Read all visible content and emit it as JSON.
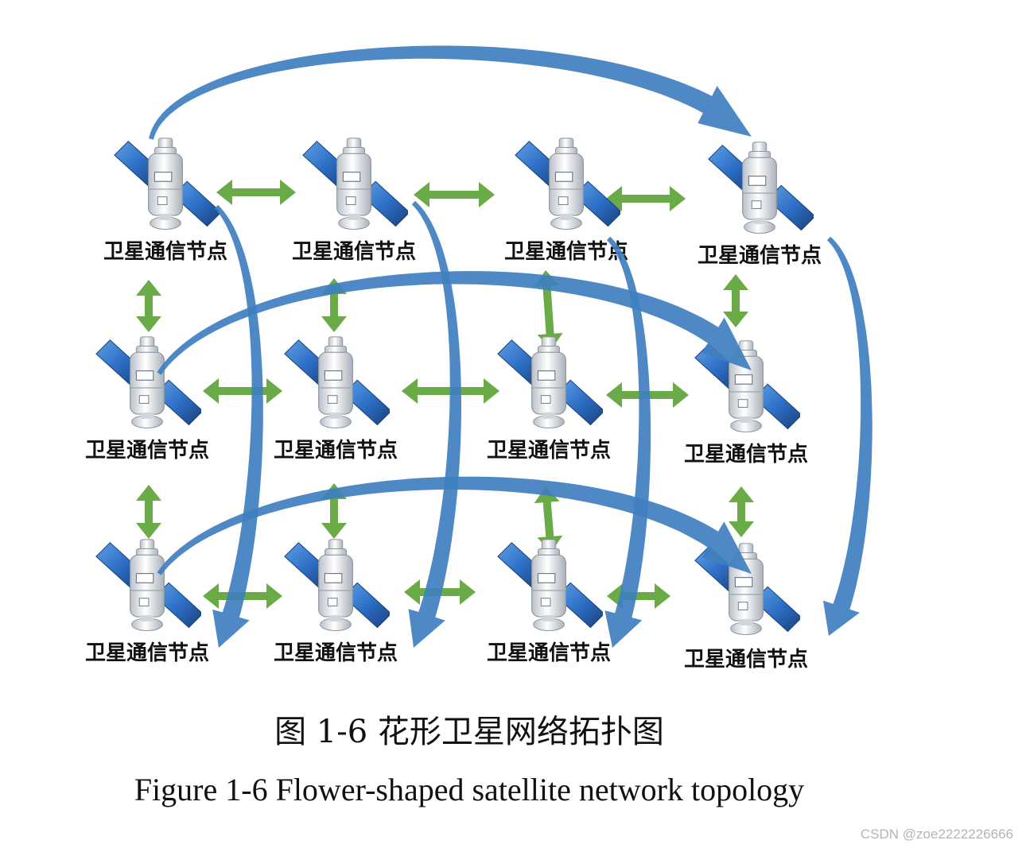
{
  "diagram": {
    "node_label": "卫星通信节点",
    "rows": 3,
    "cols": 4,
    "colors": {
      "link_green": "#6aab47",
      "orbit_blue": "#3f7fc0",
      "panel_blue": "#2d6fc6",
      "panel_dark": "#1f4c8c",
      "body_gray": "#e3e6ea",
      "body_edge": "#9aa3ad"
    },
    "icons": [
      "satellite-icon",
      "bidirectional-arrow-icon",
      "curved-arrow-icon"
    ]
  },
  "caption": {
    "chinese": "图 1-6  花形卫星网络拓扑图",
    "english": "Figure 1-6 Flower-shaped satellite network topology"
  },
  "watermark": "CSDN @zoe2222226666"
}
